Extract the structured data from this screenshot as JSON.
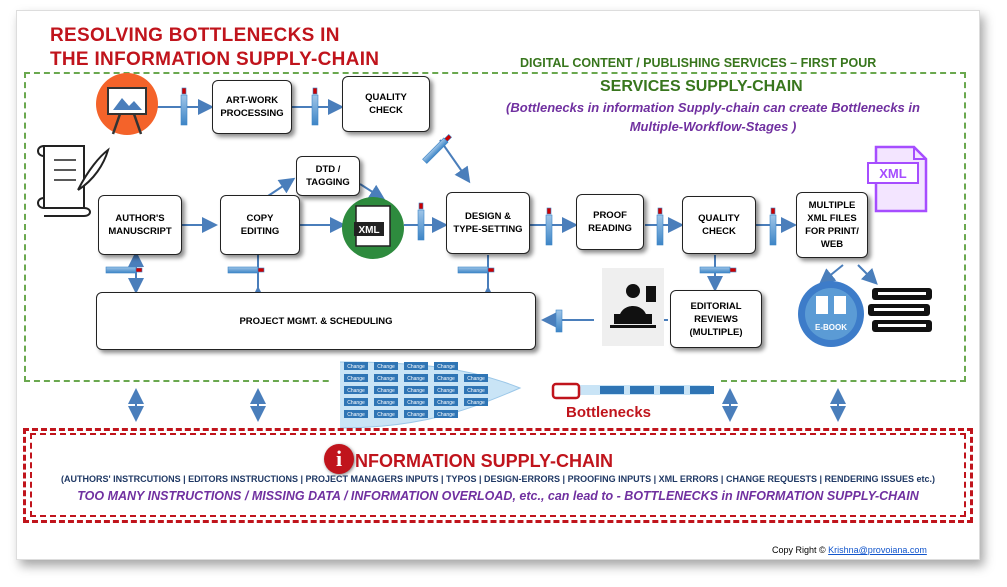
{
  "title": {
    "line1": "RESOLVING BOTTLENECKS IN",
    "line2": "THE INFORMATION SUPPLY-CHAIN"
  },
  "header": {
    "digital": "DIGITAL CONTENT   / PUBLISHING SERVICES – FIRST POUR",
    "services": "SERVICES SUPPLY-CHAIN",
    "note_line1": "(Bottlenecks in information Supply-chain can create Bottlenecks in",
    "note_line2": "Multiple-Workflow-Stages )"
  },
  "boxes": {
    "artwork": [
      "ART-WORK",
      "PROCESSING"
    ],
    "quality_top": [
      "QUALITY",
      "CHECK"
    ],
    "dtd": [
      "DTD /",
      "TAGGING"
    ],
    "manuscript": [
      "AUTHOR'S",
      "MANUSCRIPT"
    ],
    "copy_editing": [
      "COPY",
      "EDITING"
    ],
    "design": [
      "DESIGN &",
      "TYPE-SETTING"
    ],
    "proof": [
      "PROOF",
      "READING"
    ],
    "quality_mid": [
      "QUALITY",
      "CHECK"
    ],
    "xml_files": [
      "MULTIPLE",
      "XML FILES",
      "FOR PRINT/",
      "WEB"
    ],
    "project": "PROJECT MGMT. & SCHEDULING",
    "editorial": [
      "EDITORIAL",
      "REVIEWS",
      "(MULTIPLE)"
    ]
  },
  "icons": {
    "xml_green": "XML",
    "xml_purple": "XML",
    "ebook": "E-BOOK",
    "change_label": "Change"
  },
  "bottlenecks_label": "Bottlenecks",
  "info": {
    "badge": "i",
    "title": "NFORMATION SUPPLY-CHAIN",
    "list": "(AUTHORS' INSTRCUTIONS | EDITORS INSTRUCTIONS | PROJECT MANAGERS INPUTS | TYPOS | DESIGN-ERRORS | PROOFING INPUTS | XML ERRORS | CHANGE REQUESTS | RENDERING ISSUES etc.)",
    "warning": "TOO MANY INSTRUCTIONS / MISSING DATA / INFORMATION  OVERLOAD, etc., can lead to -  BOTTLENECKS in INFORMATION SUPPLY-CHAIN"
  },
  "copyright": {
    "prefix": "Copy Right © ",
    "email": "Krishna@provoiana.com"
  },
  "colors": {
    "red": "#c0141c",
    "green": "#38761d",
    "purple": "#7030a0",
    "arrow": "#4a7ebb",
    "navy": "#1f3864"
  }
}
